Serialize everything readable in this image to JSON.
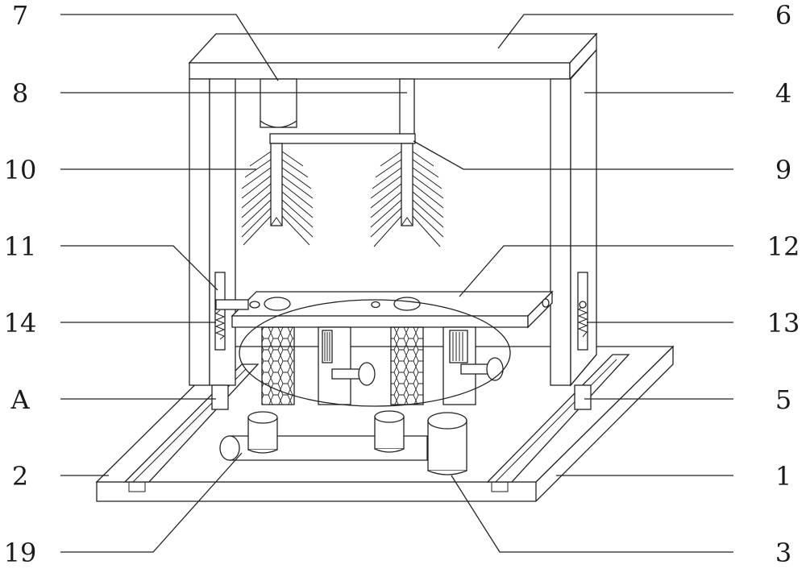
{
  "labels": {
    "left": [
      "7",
      "8",
      "10",
      "11",
      "14",
      "A",
      "2",
      "19"
    ],
    "right": [
      "6",
      "4",
      "9",
      "12",
      "13",
      "5",
      "1",
      "3"
    ]
  }
}
